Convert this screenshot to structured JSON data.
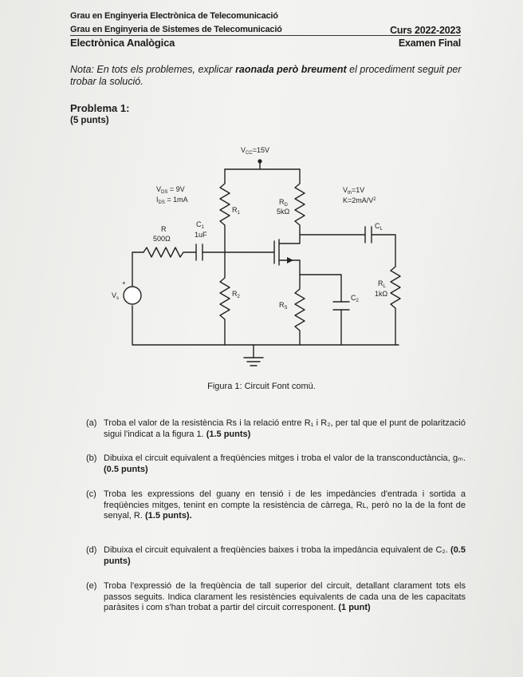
{
  "header": {
    "line1": "Grau en Enginyeria Electrònica de Telecomunicació",
    "line2": "Grau en Enginyeria de Sistemes de Telecomunicació",
    "subject": "Electrònica Analògica",
    "course": "Curs 2022-2023",
    "exam": "Examen Final"
  },
  "note": {
    "prefix": "Nota:",
    "text_a": " En tots els problemes, explicar ",
    "bold": "raonada però breument",
    "text_b": " el procediment seguit per trobar la solució."
  },
  "problem": {
    "title": "Problema 1:",
    "points": "(5 punts)"
  },
  "circuit": {
    "vcc": "V",
    "vcc_sub": "CC",
    "vcc_val": "=15V",
    "vds": "V",
    "vds_sub": "DS",
    "vds_val": " = 9V",
    "ids": "I",
    "ids_sub": "DS",
    "ids_val": " = 1mA",
    "vth": "V",
    "vth_sub": "th",
    "vth_val": "=1V",
    "k": "K=2mA/V",
    "k_sup": "2",
    "r": "R",
    "r_val": "500Ω",
    "c1": "C",
    "c1_sub": "1",
    "c1_val": "1uF",
    "r1": "R",
    "r1_sub": "1",
    "rd": "R",
    "rd_sub": "D",
    "rd_val": "5kΩ",
    "cl": "C",
    "cl_sub": "L",
    "r2": "R",
    "r2_sub": "2",
    "rs": "R",
    "rs_sub": "S",
    "c2": "C",
    "c2_sub": "2",
    "rl": "R",
    "rl_sub": "L",
    "rl_val": "1kΩ",
    "vs": "V",
    "vs_sub": "s",
    "plus": "+"
  },
  "figure_caption": "Figura 1: Circuit Font comú.",
  "questions": [
    {
      "label": "(a)",
      "text": "Troba el valor de la resistència Rs i la relació entre R₁ i R₂, per tal que el punt de polarització sigui l'indicat a la figura 1.",
      "points": "(1.5 punts)"
    },
    {
      "label": "(b)",
      "text": "Dibuixa el circuit equivalent a freqüències mitges i troba el valor de la transconductància, gₘ.",
      "points": "(0.5 punts)"
    },
    {
      "label": "(c)",
      "text": "Troba les expressions del guany en tensió i de les impedàncies d'entrada i sortida a freqüències mitges, tenint en compte la resistència de càrrega, Rʟ, però no la de la font de senyal, R.",
      "points": "(1.5 punts)."
    },
    {
      "label": "(d)",
      "text": "Dibuixa el circuit equivalent a freqüències baixes i troba la impedància equivalent de C₂.",
      "points": "(0.5 punts)"
    },
    {
      "label": "(e)",
      "text": "Troba l'expressió de la freqüència de tall superior del circuit, detallant clarament tots els passos seguits. Indica clarament les resistències equivalents de cada una de les capacitats paràsites i com s'han trobat a partir del circuit corresponent.",
      "points": "(1 punt)"
    }
  ]
}
